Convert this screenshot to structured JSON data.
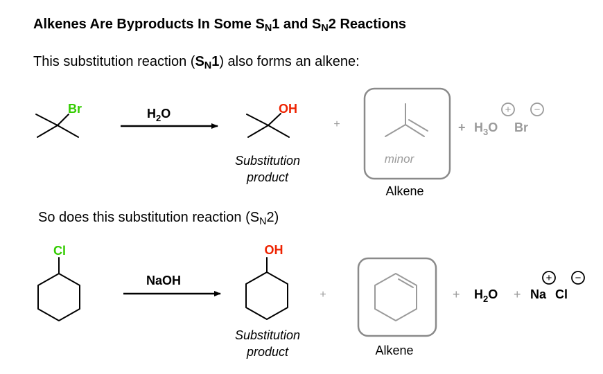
{
  "title": {
    "pre": "Alkenes Are Byproducts In Some S",
    "sub1": "N",
    "mid": "1 and S",
    "sub2": "N",
    "post": "2 Reactions"
  },
  "intro_sn1": {
    "pre": "This substitution reaction (",
    "bold": "S",
    "bold_sub": "N",
    "bold_post": "1",
    "post": ") also forms an alkene:"
  },
  "intro_sn2": {
    "pre": "So does this substitution reaction (S",
    "sub": "N",
    "post": "2)"
  },
  "sn1": {
    "leaving_group": "Br",
    "reagent": "H",
    "reagent_sub": "2",
    "reagent_post": "O",
    "product_group": "OH",
    "product_label_line1": "Substitution",
    "product_label_line2": "product",
    "plus": "+",
    "alkene_tag": "minor",
    "alkene_label": "Alkene",
    "byproduct_plus": "+",
    "byproduct_h": "H",
    "byproduct_sub": "3",
    "byproduct_o": "O",
    "byproduct_br": "Br",
    "charge_plus": "+",
    "charge_minus": "−"
  },
  "sn2": {
    "leaving_group": "Cl",
    "reagent": "NaOH",
    "product_group": "OH",
    "product_label_line1": "Substitution",
    "product_label_line2": "product",
    "plus1": "+",
    "alkene_label": "Alkene",
    "plus2": "+",
    "water_h": "H",
    "water_sub": "2",
    "water_o": "O",
    "plus3": "+",
    "salt_na": "Na",
    "salt_cl": "Cl",
    "charge_plus": "+",
    "charge_minus": "−"
  },
  "colors": {
    "halogen": "#33cc00",
    "hydroxyl": "#ee2200",
    "faded": "#9a9a9a",
    "box": "#8a8a8a",
    "text": "#000000"
  }
}
